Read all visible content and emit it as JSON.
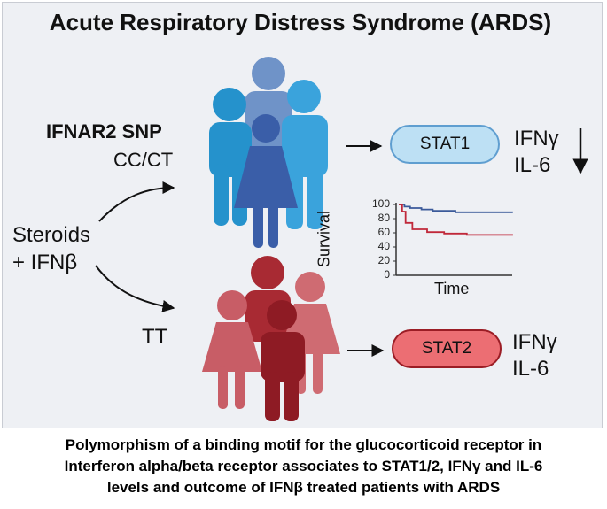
{
  "title": "Acute Respiratory Distress Syndrome (ARDS)",
  "group1": {
    "snp_label": "IFNAR2 SNP",
    "genotype": "CC/CT",
    "stat": "STAT1",
    "cytokine1": "IFNγ",
    "cytokine2": "IL-6",
    "trend": "down-arrow-icon",
    "color": "#2f72b8"
  },
  "group2": {
    "genotype": "TT",
    "stat": "STAT2",
    "cytokine1": "IFNγ",
    "cytokine2": "IL-6",
    "color": "#a8232c"
  },
  "treatment": {
    "line1": "Steroids",
    "line2": "+ IFNβ"
  },
  "chart_data": {
    "type": "line",
    "ylabel": "Survival",
    "xlabel": "Time",
    "ylim": [
      0,
      100
    ],
    "yticks": [
      "100",
      "80",
      "60",
      "40",
      "20",
      "0"
    ],
    "series": [
      {
        "color": "#3b5a9a",
        "x": [
          0,
          5,
          10,
          20,
          30,
          50,
          100
        ],
        "y": [
          100,
          97,
          95,
          93,
          91,
          89,
          88
        ]
      },
      {
        "color": "#c0283a",
        "x": [
          0,
          3,
          6,
          12,
          25,
          40,
          60,
          100
        ],
        "y": [
          100,
          90,
          74,
          65,
          61,
          59,
          57,
          56
        ]
      }
    ]
  },
  "caption": [
    "Polymorphism of a binding motif for the glucocorticoid receptor in",
    "Interferon alpha/beta receptor associates to STAT1/2, IFNγ and IL-6",
    "levels and outcome of IFNβ treated patients with ARDS"
  ]
}
